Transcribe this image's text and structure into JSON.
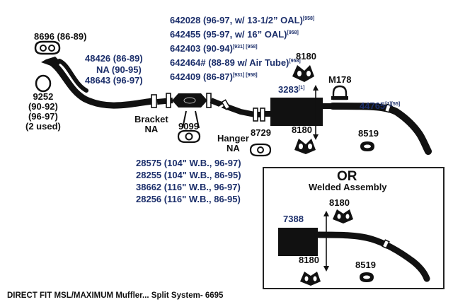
{
  "parts": {
    "p8696": {
      "number": "8696",
      "years": "(86-89)"
    },
    "p9252": {
      "number": "9252",
      "years": [
        "(90-92)",
        "(96-97)"
      ],
      "note": "(2 used)"
    },
    "p48426": {
      "number": "48426",
      "years": "(86-89)"
    },
    "na_front": {
      "number": "NA",
      "years": "(90-95)"
    },
    "p48643": {
      "number": "48643",
      "years": "(96-97)"
    },
    "bracket": {
      "label": "Bracket",
      "value": "NA"
    },
    "p9099": {
      "number": "9099"
    },
    "hanger": {
      "label": "Hanger",
      "value": "NA"
    },
    "p8729": {
      "number": "8729"
    },
    "p3283": {
      "number": "3283",
      "ref": "[1]"
    },
    "p8180_top": {
      "number": "8180"
    },
    "p8180_bottom": {
      "number": "8180"
    },
    "m178": {
      "number": "M178"
    },
    "p44765": {
      "number": "44765",
      "ref1": "[1]",
      "ref2": "[55]"
    },
    "p8519": {
      "number": "8519"
    }
  },
  "converters": [
    {
      "number": "642028",
      "desc": "(96-97, w/ 13-1/2” OAL)",
      "refs": "[958]"
    },
    {
      "number": "642455",
      "desc": "(95-97, w/ 16” OAL)",
      "refs": "[958]"
    },
    {
      "number": "642403",
      "desc": "(90-94)",
      "refs": "[931] [958]"
    },
    {
      "number": "642464#",
      "desc": "(88-89 w/ Air Tube)",
      "refs": "[958]"
    },
    {
      "number": "642409",
      "desc": "(86-87)",
      "refs": "[931] [958]"
    }
  ],
  "pipes": [
    "28575 (104\" W.B., 96-97)",
    "28255 (104\" W.B., 86-95)",
    "38662 (116\" W.B., 96-97)",
    "28256 (116\" W.B., 86-95)"
  ],
  "inset": {
    "or": "OR",
    "subtitle": "Welded Assembly",
    "p7388": "7388",
    "p8180_top": "8180",
    "p8180_bottom": "8180",
    "p8519": "8519"
  },
  "footer": "DIRECT FIT MSL/MAXIMUM Muffler... Split System- 6695"
}
